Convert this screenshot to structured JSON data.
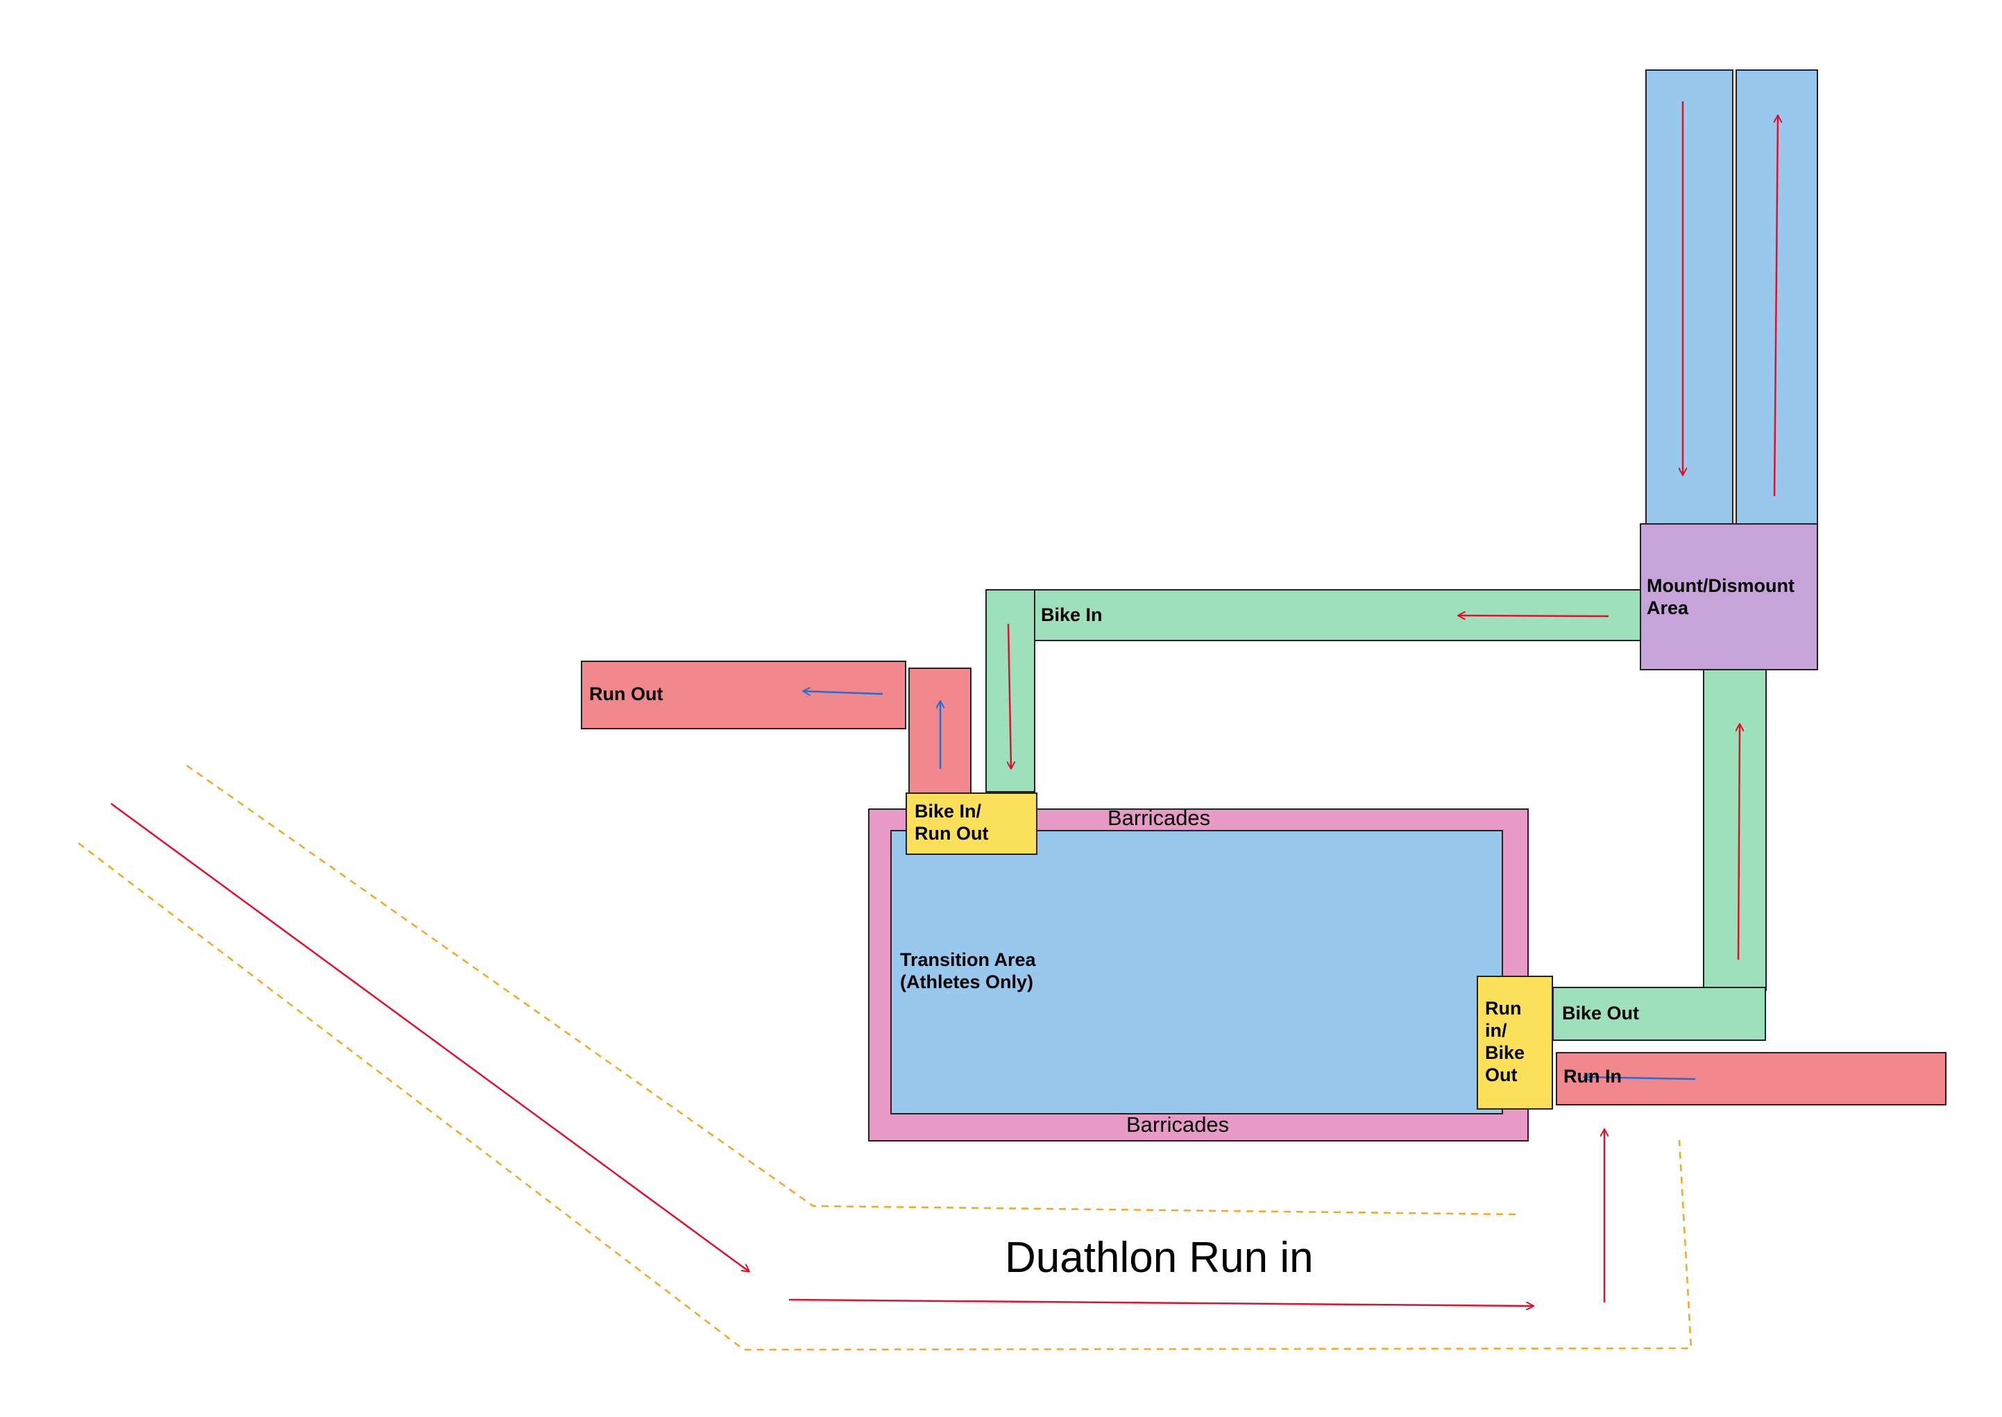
{
  "labels": {
    "run_out": "Run Out",
    "bike_in": "Bike In",
    "mount_dismount_line1": "Mount/Dismount",
    "mount_dismount_line2": "Area",
    "bike_in_run_out_line1": "Bike In/",
    "bike_in_run_out_line2": "Run Out",
    "barricades_top": "Barricades",
    "barricades_bottom": "Barricades",
    "transition_line1": "Transition Area",
    "transition_line2": "(Athletes Only)",
    "run_in_bike_out_line1": "Run",
    "run_in_bike_out_line2": "in/",
    "run_in_bike_out_line3": "Bike",
    "run_in_bike_out_line4": "Out",
    "bike_out": "Bike Out",
    "run_in": "Run In",
    "duathlon_run_in": "Duathlon Run in"
  },
  "colors": {
    "run_zone": "#f0888e",
    "bike_zone": "#9ee0bb",
    "road": "#99c8ee",
    "mount_area": "#c6a3d8",
    "barricades": "#e89ac6",
    "transition": "#99c8ee",
    "junction": "#fde05a",
    "bike_arrow": "#e0102a",
    "run_arrow": "#1f6fd6",
    "course_boundary": "#f5a623"
  }
}
